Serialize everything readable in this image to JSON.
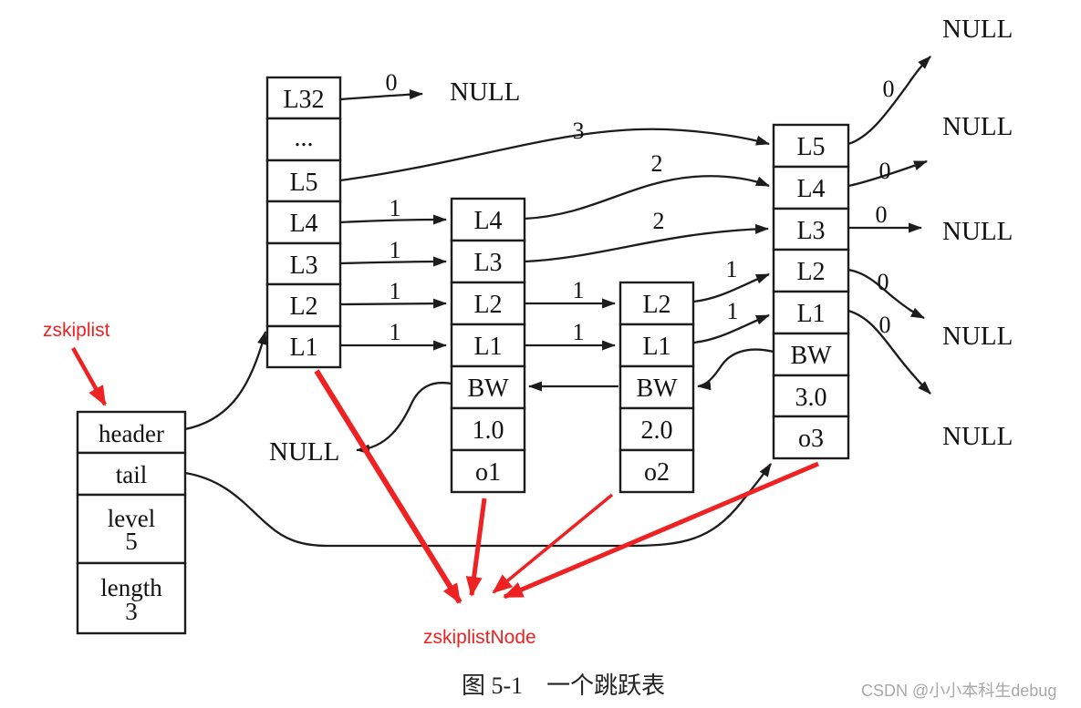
{
  "colors": {
    "accent_red": "#ee2222",
    "line_black": "#1c1c1c",
    "watermark_gray": "#a8a8a8"
  },
  "labels": {
    "zskiplist": "zskiplist",
    "zskiplist_node": "zskiplistNode"
  },
  "zskiplist_struct": {
    "header": "header",
    "tail": "tail",
    "level_label": "level",
    "level_value": "5",
    "length_label": "length",
    "length_value": "3"
  },
  "header_node": {
    "cells": [
      "L32",
      "...",
      "L5",
      "L4",
      "L3",
      "L2",
      "L1"
    ]
  },
  "node_o1": {
    "cells": [
      "L4",
      "L3",
      "L2",
      "L1",
      "BW",
      "1.0",
      "o1"
    ]
  },
  "node_o2": {
    "cells": [
      "L2",
      "L1",
      "BW",
      "2.0",
      "o2"
    ]
  },
  "node_o3": {
    "cells": [
      "L5",
      "L4",
      "L3",
      "L2",
      "L1",
      "BW",
      "3.0",
      "o3"
    ]
  },
  "nulls": {
    "top_left": "NULL",
    "backward": "NULL",
    "right": [
      "NULL",
      "NULL",
      "NULL",
      "NULL",
      "NULL"
    ]
  },
  "arrow_labels": {
    "l32_out": "0",
    "h_l5_span": "3",
    "h_l4": "1",
    "h_l3": "1",
    "h_l2": "1",
    "h_l1": "1",
    "o1_l4_span": "2",
    "o1_l3_span": "2",
    "o1_l2": "1",
    "o1_l1": "1",
    "o2_l2": "1",
    "o2_l1": "1",
    "o3_l5": "0",
    "o3_l4": "0",
    "o3_l3": "0",
    "o3_l2": "0",
    "o3_l1": "0"
  },
  "caption": {
    "text": "图 5-1　一个跳跃表"
  },
  "watermark": {
    "text": "CSDN @小小本科生debug"
  }
}
